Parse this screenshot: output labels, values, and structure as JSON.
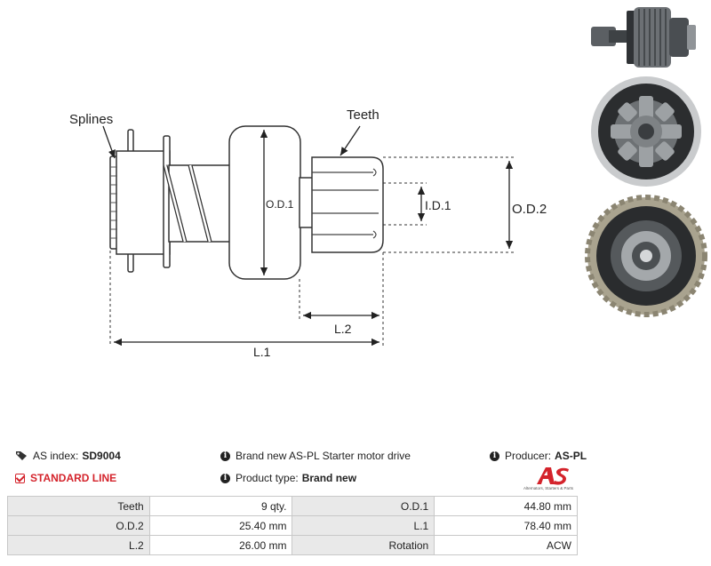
{
  "diagram": {
    "labels": {
      "splines": "Splines",
      "teeth": "Teeth",
      "od1": "O.D.1",
      "id1": "I.D.1",
      "od2": "O.D.2",
      "l2": "L.2",
      "l1": "L.1"
    }
  },
  "info": {
    "as_index_label": "AS index:",
    "as_index_value": "SD9004",
    "standard_line": "STANDARD LINE",
    "description": "Brand new AS-PL Starter motor drive",
    "product_type_label": "Product type:",
    "product_type_value": "Brand new",
    "producer_label": "Producer:",
    "producer_value": "AS-PL"
  },
  "logo": {
    "mark": "AS",
    "subtitle": "Alternators, Starters & Parts"
  },
  "specs": [
    [
      "Teeth",
      "9 qty.",
      "O.D.1",
      "44.80 mm"
    ],
    [
      "O.D.2",
      "25.40 mm",
      "L.1",
      "78.40 mm"
    ],
    [
      "L.2",
      "26.00 mm",
      "Rotation",
      "ACW"
    ]
  ],
  "colors": {
    "accent_red": "#d4232b",
    "table_label_bg": "#e9e9e9"
  },
  "icons": [
    "tag-icon",
    "info-icon",
    "check-icon"
  ]
}
